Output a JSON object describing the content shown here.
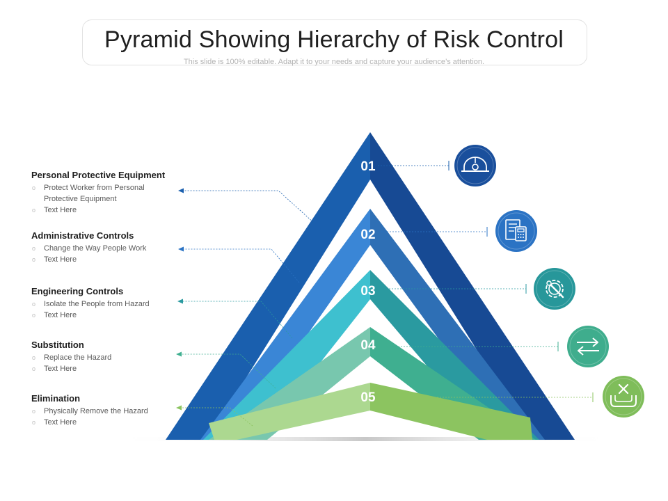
{
  "header": {
    "title": "Pyramid Showing Hierarchy of Risk Control",
    "subtitle": "This slide is 100% editable. Adapt it to your needs and capture your audience’s attention."
  },
  "levels": [
    {
      "number": "01",
      "title": "Personal Protective Equipment",
      "bullets": [
        "Protect Worker from Personal Protective Equipment",
        "Text Here"
      ],
      "icon": "hard-hat-icon",
      "color": "#1a4f9c"
    },
    {
      "number": "02",
      "title": "Administrative Controls",
      "bullets": [
        "Change the  Way People Work",
        "Text Here"
      ],
      "icon": "document-calculator-icon",
      "color": "#2b73c4"
    },
    {
      "number": "03",
      "title": "Engineering Controls",
      "bullets": [
        "Isolate the People from Hazard",
        "Text Here"
      ],
      "icon": "gear-wrench-icon",
      "color": "#27979a"
    },
    {
      "number": "04",
      "title": "Substitution",
      "bullets": [
        "Replace the  Hazard",
        "Text Here"
      ],
      "icon": "swap-arrows-icon",
      "color": "#3fad8d"
    },
    {
      "number": "05",
      "title": "Elimination",
      "bullets": [
        "Physically Remove the Hazard",
        "Text Here"
      ],
      "icon": "remove-hazard-icon",
      "color": "#7fbd5a"
    }
  ]
}
